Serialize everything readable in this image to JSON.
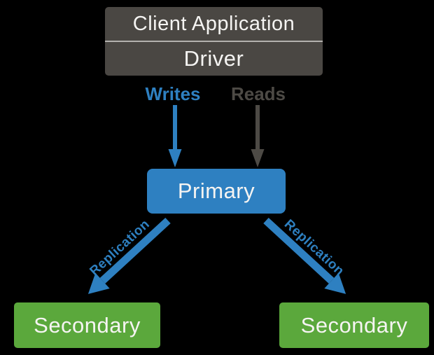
{
  "diagram": {
    "title_box": {
      "line1": "Client Application",
      "line2": "Driver"
    },
    "flow_labels": {
      "writes": "Writes",
      "reads": "Reads"
    },
    "nodes": {
      "primary": "Primary",
      "secondary_left": "Secondary",
      "secondary_right": "Secondary"
    },
    "edge_labels": {
      "replication_left": "Replication",
      "replication_right": "Replication"
    },
    "colors": {
      "background": "#000000",
      "client_box_bg": "#4a4743",
      "divider": "#b3b1ae",
      "box_text": "#f5f4f2",
      "blue": "#2e80c1",
      "green": "#5ba83c",
      "reads_gray": "#4d4a45"
    }
  }
}
